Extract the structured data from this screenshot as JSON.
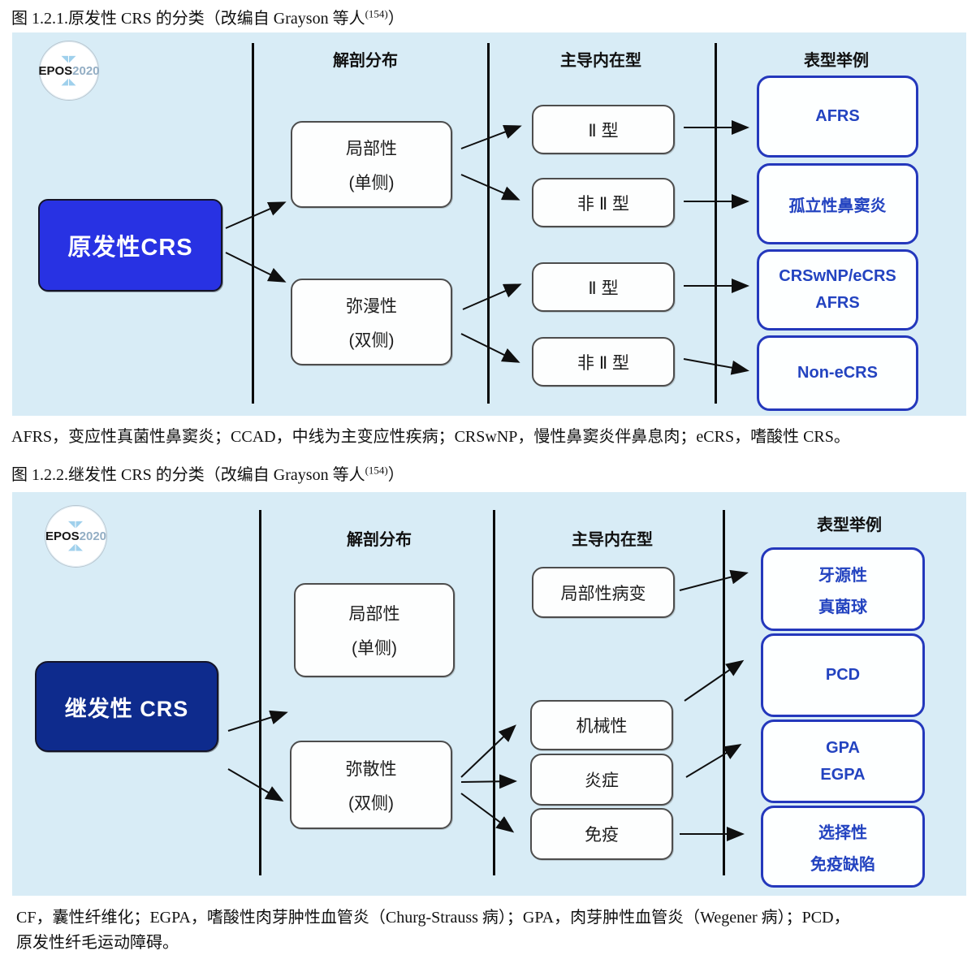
{
  "colors": {
    "diagram_background": "#d8ecf6",
    "primary_root_box": "#2832e3",
    "secondary_root_box": "#0e2b8d",
    "phenotype_border": "#2438bc",
    "phenotype_text": "#2343c0",
    "line_black": "#0a0a0a"
  },
  "figure1": {
    "title_prefix": "图 1.2.1.原发性 CRS 的分类（改编自 Grayson 等人",
    "title_sup": "(154)",
    "title_suffix": "）",
    "logo": {
      "word": "EPOS",
      "year": "2020",
      "ornament_top": "◥◤",
      "ornament_bottom": "◢◣"
    },
    "headers": [
      "解剖分布",
      "主导内在型",
      "表型举例"
    ],
    "root": "原发性CRS",
    "anatomy": [
      {
        "line1": "局部性",
        "line2": "(单侧)"
      },
      {
        "line1": "弥漫性",
        "line2": "(双侧)"
      }
    ],
    "endotypes": [
      "Ⅱ 型",
      "非 Ⅱ 型",
      "Ⅱ 型",
      "非 Ⅱ 型"
    ],
    "phenotypes": [
      {
        "line1": "AFRS",
        "line2": ""
      },
      {
        "line1": "孤立性鼻窦炎",
        "line2": ""
      },
      {
        "line1": "CRSwNP/eCRS",
        "line2": "AFRS"
      },
      {
        "line1": "Non-eCRS",
        "line2": ""
      }
    ],
    "caption": "AFRS，变应性真菌性鼻窦炎；CCAD，中线为主变应性疾病；CRSwNP，慢性鼻窦炎伴鼻息肉；eCRS，嗜酸性 CRS。"
  },
  "figure2": {
    "title_prefix": "图 1.2.2.继发性 CRS 的分类（改编自 Grayson 等人",
    "title_sup": "(154)",
    "title_suffix": "）",
    "logo": {
      "word": "EPOS",
      "year": "2020",
      "ornament_top": "◥◤",
      "ornament_bottom": "◢◣"
    },
    "headers": [
      "解剖分布",
      "主导内在型",
      "表型举例"
    ],
    "root": "继发性 CRS",
    "anatomy": [
      {
        "line1": "局部性",
        "line2": "(单侧)"
      },
      {
        "line1": "弥散性",
        "line2": "(双侧)"
      }
    ],
    "endotypes": [
      "局部性病变",
      "机械性",
      "炎症",
      "免疫"
    ],
    "phenotypes": [
      {
        "line1": "牙源性",
        "line2": "真菌球"
      },
      {
        "line1": "PCD",
        "line2": ""
      },
      {
        "line1": "GPA",
        "line2": "EGPA"
      },
      {
        "line1": "选择性",
        "line2": "免疫缺陷"
      }
    ],
    "caption_line1": "CF，囊性纤维化；EGPA，嗜酸性肉芽肿性血管炎（Churg-Strauss 病）；GPA，肉芽肿性血管炎（Wegener 病）；PCD，",
    "caption_line2": "原发性纤毛运动障碍。"
  }
}
